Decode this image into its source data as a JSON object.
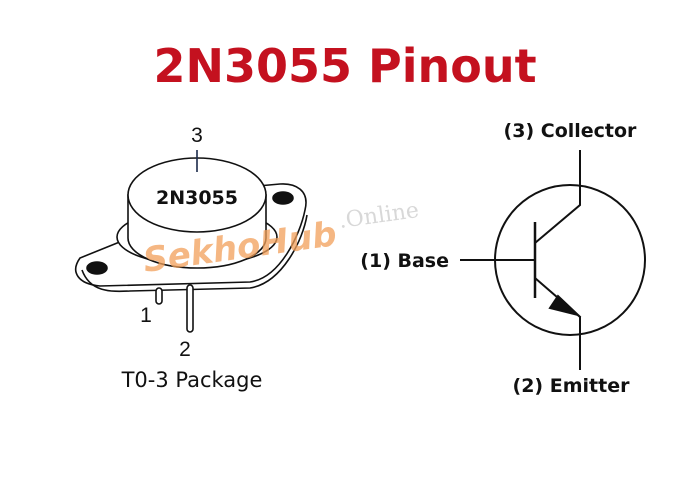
{
  "title": "2N3055 Pinout",
  "package": {
    "part_marking": "2N3055",
    "pin_labels": [
      "1",
      "2",
      "3"
    ],
    "caption": "T0-3 Package"
  },
  "symbol": {
    "collector_label": "(3) Collector",
    "base_label": "(1) Base",
    "emitter_label": "(2) Emitter"
  },
  "watermark": {
    "brand": "SekhoHub",
    "suffix": ".Online"
  },
  "colors": {
    "title": "#c4111f",
    "lines": "#111111",
    "watermark_orange": "#f2a05a",
    "watermark_blue": "#6f7fe0"
  }
}
